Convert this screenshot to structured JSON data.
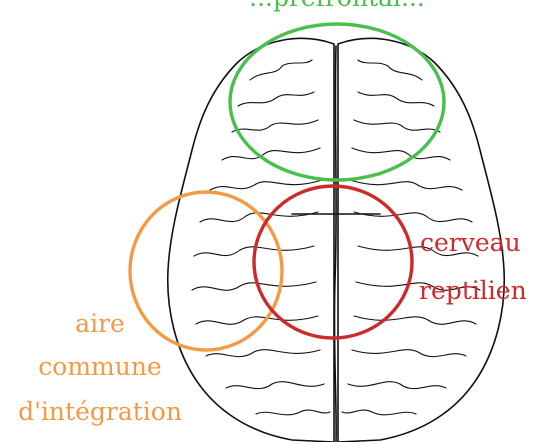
{
  "labels": {
    "top_region": "...préfrontal...",
    "right_region_line1": "cerveau",
    "right_region_line2": "reptilien",
    "left_region_line1": "aire",
    "left_region_line2": "commune",
    "left_region_line3": "d'intégration"
  },
  "colors": {
    "green": "#4bbf4b",
    "orange": "#f39a44",
    "red": "#cc2b2b",
    "outline": "#111111",
    "background": "#ffffff"
  }
}
